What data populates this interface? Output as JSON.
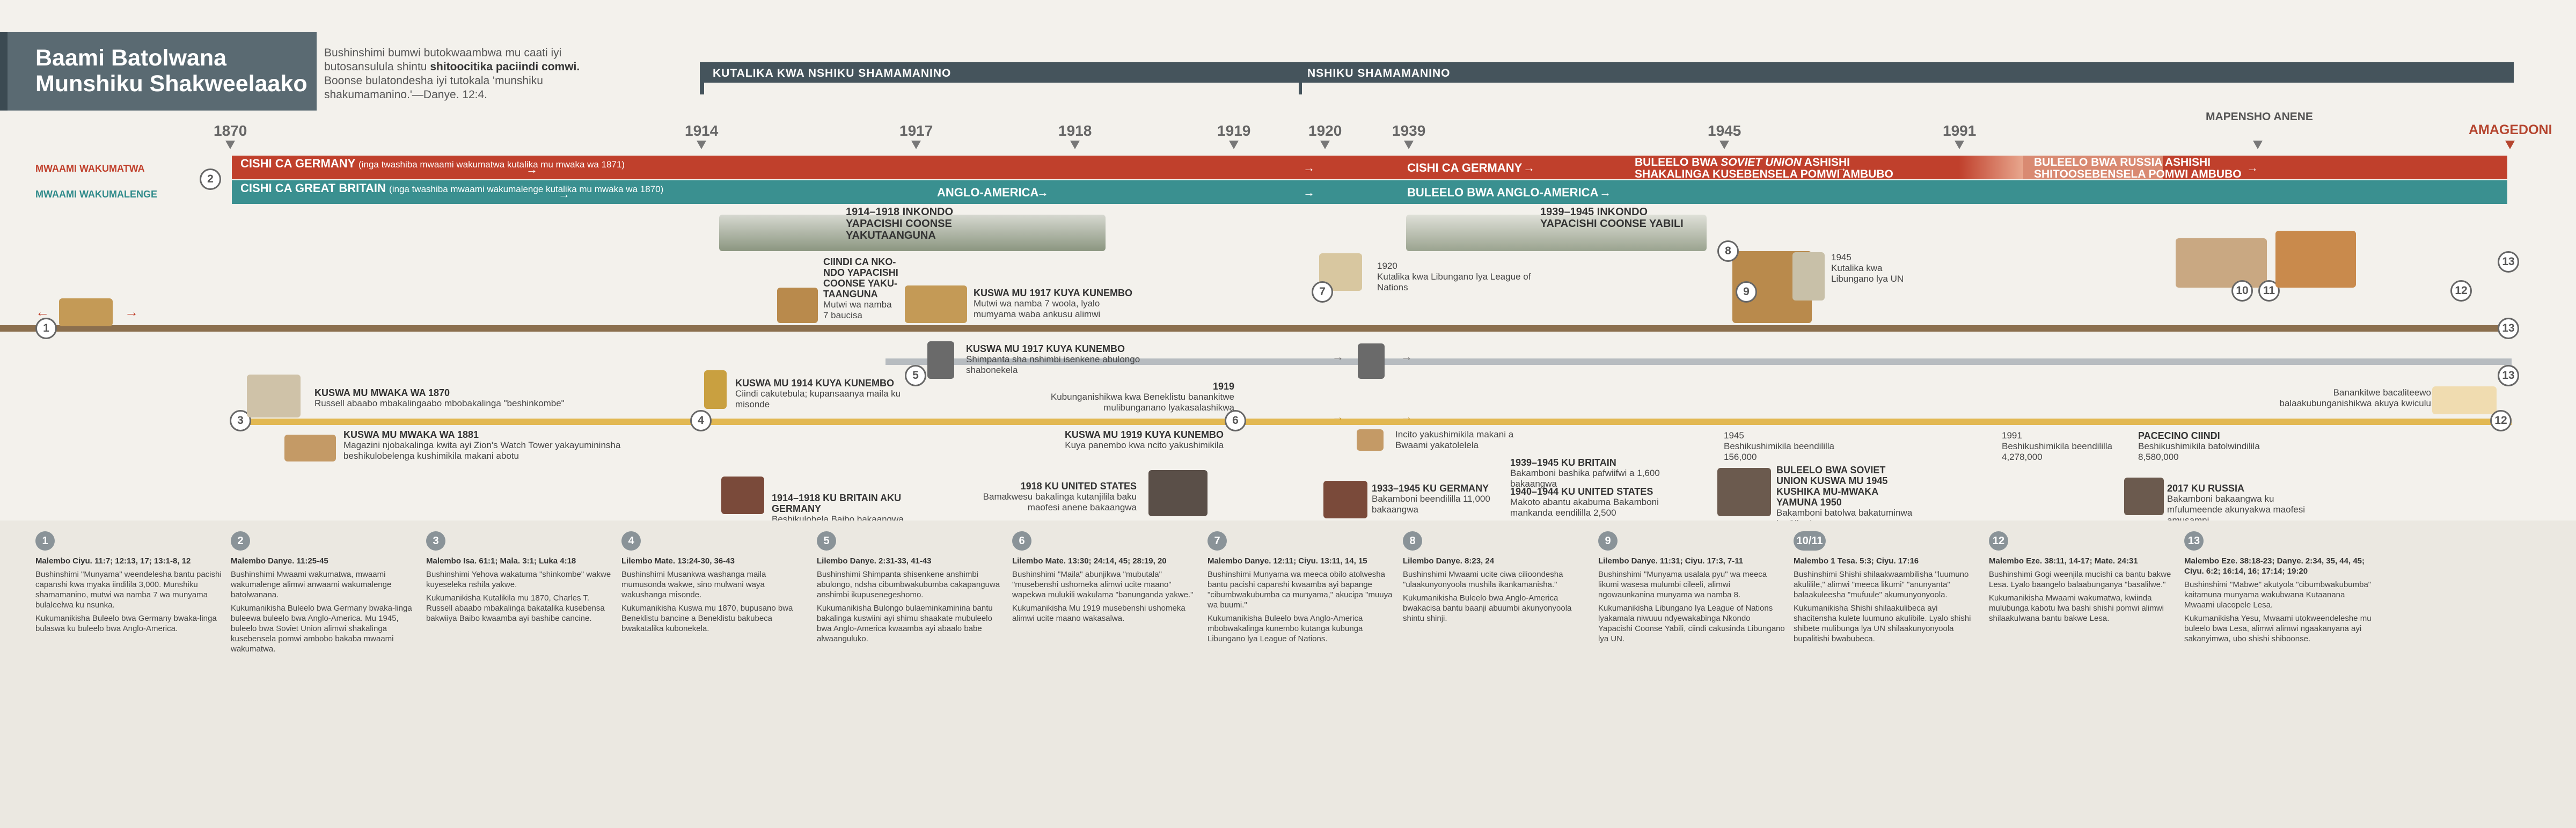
{
  "header": {
    "title": "Baami Batolwana Munshiku Shakweelaako",
    "intro_a": "Bushinshimi bumwi butokwaambwa mu caati iyi butosansulula shintu ",
    "intro_b": "shitoocitika paciindi comwi.",
    "intro_c": " Boonse bulatondesha iyi tutokala 'munshiku shakumamanino.'—Danye. 12:4."
  },
  "eras": {
    "left": "KUTALIKA KWA NSHIKU SHAMAMANINO",
    "right": "NSHIKU SHAMAMANINO",
    "future": "MAPENSHO ANENE",
    "end": "AMAGEDONI"
  },
  "years": [
    "1870",
    "1914",
    "1917",
    "1918",
    "1919",
    "1920",
    "1939",
    "1945",
    "1991"
  ],
  "rows": {
    "north": "MWAAMI WAKUMATWA",
    "south": "MWAAMI WAKUMALENGE"
  },
  "bands": {
    "germany": "CISHI CA GERMANY",
    "germany_note": "(inga twashiba mwaami wakumatwa kutalika mu mwaka wa 1871)",
    "britain": "CISHI CA GREAT BRITAIN",
    "britain_note": "(inga twashiba mwaami wakumalenge kutalika mu mwaka wa 1870)",
    "anglo": "ANGLO-AMERICA",
    "germany2": "CISHI CA GERMANY",
    "anglo2": "BULEELO BWA ANGLO-AMERICA",
    "soviet_a": "BULEELO BWA ",
    "soviet_b": "SOVIET UNION",
    "soviet_c": " ASHISHI SHAKALINGA KUSEBENSELA POMWI AMBUBO",
    "russia": "BULEELO BWA RUSSIA ASHISHI SHITOOSEBENSELA POMWI AMBUBO"
  },
  "events": {
    "ww1": "1914–1918 INKONDO YAPACISHI COONSE YAKUTAANGUNA",
    "ww2": "1939–1945 INKONDO YAPACISHI COONSE YABILI",
    "image": "CIINDI CA NKO-NDO YAPACISHI COONSE YAKU-TAANGUNA",
    "image_sub": "Mutwi wa namba 7 baucisa",
    "e1917a_h": "KUSWA MU 1917 KUYA KUNEMBO",
    "e1917a": "Mutwi wa namba 7 woola, lyalo mumyama waba ankusu alimwi",
    "e1917b_h": "KUSWA MU 1917 KUYA KUNEMBO",
    "e1917b": "Shimpanta sha nshimbi isenkene abulongo shabonekela",
    "e1870_h": "KUSWA MU MWAKA WA 1870",
    "e1870": "Russell abaabo mbakalingaabo mbobakalinga \"beshinkombe\"",
    "e1881_h": "KUSWA MU MWAKA WA 1881",
    "e1881": "Magazini njobakalinga kwita ayi Zion's Watch Tower yakayumininsha beshikulobelenga kushimikila makani abotu",
    "e1914_h": "KUSWA MU 1914 KUYA KUNEMBO",
    "e1914": "Ciindi cakutebula; kupansaanya maila ku misonde",
    "e1919a_y": "1919",
    "e1919a": "Kubunganishikwa kwa Beneklistu banankitwe mulibunganano lyakasalashikwa",
    "e1919b_h": "KUSWA MU 1919 KUYA KUNEMBO",
    "e1919b": "Kuya panembo kwa ncito yakushimikila",
    "e1920_y": "1920",
    "e1920": "Kutalika kwa Libungano lya League of Nations",
    "e1945_y": "1945",
    "e1945": "Kutalika kwa Libungano lya UN",
    "e1914brit": "1914–1918 KU BRITAIN AKU GERMANY",
    "e1914brit_sub": "Beshikulobela Baibo bakaangwa",
    "e1918us": "1918 KU UNITED STATES",
    "e1918us_sub": "Bamakwesu bakalinga kutanjilila baku maofesi anene bakaangwa",
    "incito": "Incito yakushimikila makani a Bwaami yakatolelela",
    "g1933": "1933–1945 KU GERMANY",
    "g1933_sub": "Bakamboni beendililla 11,000 bakaangwa",
    "b1939": "1939–1945 KU BRITAIN",
    "b1939_sub": "Bakamboni bashika pafwiifwi a 1,600 bakaangwa",
    "u1940": "1940–1944 KU UNITED STATES",
    "u1940_sub": "Makoto abantu akabuma Bakamboni mankanda eendililla 2,500",
    "s1945_y": "1945",
    "s1945": "Beshikushimikila beendililla 156,000",
    "sov_h": "BULEELO BWA SOVIET UNION KUSWA MU 1945 KUSHIKA MU-MWAKA YAMUNA 1950",
    "sov": "Bakamboni batolwa bakatuminwa ku Siberia",
    "s1991_y": "1991",
    "s1991": "Beshikushimikila beendililla 4,278,000",
    "today_h": "PACECINO CIINDI",
    "today": "Beshikushimikila batolwindilila 8,580,000",
    "r2017_h": "2017 KU RUSSIA",
    "r2017": "Bakamboni bakaangwa ku mfulumeende akunyakwa maofesi amusampi",
    "anointed": "Banankitwe bacaliteewo balaakubunganishikwa akuya kwiculu"
  },
  "columns": [
    {
      "n": "1",
      "ref": "Malembo Ciyu. 11:7; 12:13, 17; 13:1-8, 12",
      "a": "Bushinshimi \"Munyama\" weendelesha bantu pacishi capanshi kwa myaka iindilila 3,000. Munshiku shamamanino, mutwi wa namba 7 wa munyama bulaleelwa ku nsunka.",
      "b": "Kukumanikisha Buleelo bwa Germany bwaka-linga bulaswa ku buleelo bwa Anglo-America."
    },
    {
      "n": "2",
      "ref": "Malembo Danye. 11:25-45",
      "a": "Bushinshimi Mwaami wakumatwa, mwaami wakumalenge alimwi anwaami wakumalenge batolwanana.",
      "b": "Kukumanikisha Buleelo bwa Germany bwaka-linga buleewa buleelo bwa Anglo-America. Mu 1945, buleelo bwa Soviet Union alimwi shakalinga kusebensela pomwi ambobo bakaba mwaami wakumatwa."
    },
    {
      "n": "3",
      "ref": "Malembo Isa. 61:1; Mala. 3:1; Luka 4:18",
      "a": "Bushinshimi Yehova wakatuma \"shinkombe\" wakwe kuyeseleka nshila yakwe.",
      "b": "Kukumanikisha Kutalikila mu 1870, Charles T. Russell abaabo mbakalinga bakatalika kusebensa bakwiiya Baibo kwaamba ayi bashibe cancine."
    },
    {
      "n": "4",
      "ref": "Lilembo Mate. 13:24-30, 36-43",
      "a": "Bushinshimi Musankwa washanga maila mumusonda wakwe, sino mulwani waya wakushanga misonde.",
      "b": "Kukumanikisha Kuswa mu 1870, bupusano bwa Beneklistu bancine a Beneklistu bakubeca bwakatalika kubonekela."
    },
    {
      "n": "5",
      "ref": "Lilembo Danye. 2:31-33, 41-43",
      "a": "Bushinshimi Shimpanta shisenkene anshimbi abulongo, ndsha cibumbwakubumba cakapanguwa anshimbi ikupusenegeshomo.",
      "b": "Kukumanikisha Bulongo bulaeminkaminina bantu bakalinga kuswiini ayi shimu shaakate mubuleelo bwa Anglo-America kwaamba ayi abaalo babe alwaanguluko."
    },
    {
      "n": "6",
      "ref": "Lilembo Mate. 13:30; 24:14, 45; 28:19, 20",
      "a": "Bushinshimi \"Maila\" abunjikwa \"mubutala\" \"musebenshi ushomeka alimwi ucite maano\" wapekwa mulukili wakulama \"banunganda yakwe.\"",
      "b": "Kukumanikisha Mu 1919 musebenshi ushomeka alimwi ucite maano wakasalwa."
    },
    {
      "n": "7",
      "ref": "Malembo Danye. 12:11; Ciyu. 13:11, 14, 15",
      "a": "Bushinshimi Munyama wa meeca obilo atolwesha bantu pacishi capanshi kwaamba ayi bapange \"cibumbwakubumba ca munyama,\" akucipa \"muuya wa buumi.\"",
      "b": "Kukumanikisha Buleelo bwa Anglo-America mbobwakalinga kunembo kutanga kubunga Libungano lya League of Nations."
    },
    {
      "n": "8",
      "ref": "Lilembo Danye. 8:23, 24",
      "a": "Bushinshimi Mwaami ucite ciwa cilioondesha \"ulaakunyonyoola mushila ikankamanisha.\"",
      "b": "Kukumanikisha Buleelo bwa Anglo-America bwakacisa bantu baanji abuumbi akunyonyoola shintu shinji."
    },
    {
      "n": "9",
      "ref": "Lilembo Danye. 11:31; Ciyu. 17:3, 7-11",
      "a": "Bushinshimi \"Munyama usalala pyu\" wa meeca likumi wasesa mulumbi cileeli, alimwi ngowaunkanina munyama wa namba 8.",
      "b": "Kukumanikisha Libungano lya League of Nations lyakamala niwuuu ndyewakabinga Nkondo Yapacishi Coonse Yabili, ciindi cakusinda Libungano lya UN."
    },
    {
      "n": "10/11",
      "ref": "Malembo 1 Tesa. 5:3; Ciyu. 17:16",
      "a": "Bushinshimi Shishi shilaakwaambilisha \"luumuno akulilile,\" alimwi \"meeca likumi\" \"anunyanta\" balaakuleesha \"mufuule\" akumunyonyoola.",
      "b": "Kukumanikisha Shishi shilaakulibeca ayi shacitensha kulete luumuno akulibile. Lyalo shishi shibete mulibunga lya UN shilaakunyonyoola bupalitishi bwabubeca."
    },
    {
      "n": "12",
      "ref": "Malembo Eze. 38:11, 14-17; Mate. 24:31",
      "a": "Bushinshimi Gogi weenjila mucishi ca bantu bakwe Lesa. Lyalo baangelo balaabunganya \"basalilwe.\"",
      "b": "Kukumanikisha Mwaami wakumatwa, kwiinda mulubunga kabotu lwa bashi shishi pomwi alimwi shilaakulwana bantu bakwe Lesa."
    },
    {
      "n": "13",
      "ref": "Malembo Eze. 38:18-23; Danye. 2:34, 35, 44, 45; Ciyu. 6:2; 16:14, 16; 17:14; 19:20",
      "a": "Bushinshimi \"Mabwe\" akutyola \"cibumbwakubumba\" kaitamuna munyama wakubwana Kutaanana Mwaami ulacopele Lesa.",
      "b": "Kukumanikisha Yesu, Mwaami utokweendeleshe mu buleelo bwa Lesa, alimwi alimwi ngaakanyana ayi sakanyimwa, ubo shishi shiboonse."
    }
  ]
}
